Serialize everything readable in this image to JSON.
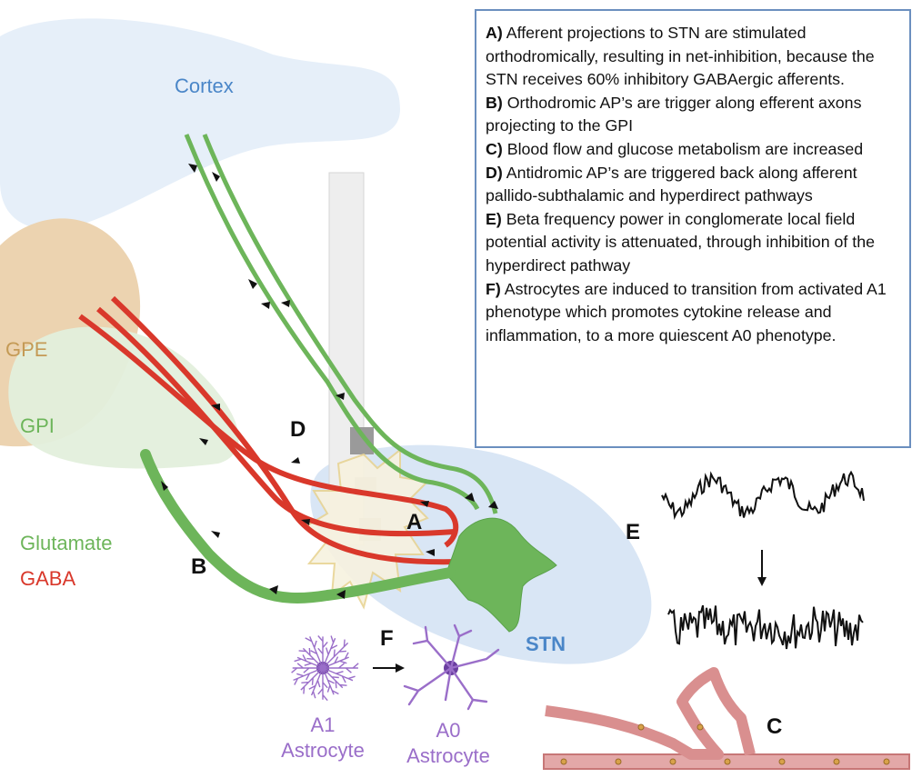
{
  "regions": {
    "cortex": "Cortex",
    "gpe": "GPE",
    "gpi": "GPI",
    "stn": "STN"
  },
  "legend_colors": {
    "glutamate": "Glutamate",
    "gaba": "GABA"
  },
  "letters": {
    "a": "A",
    "b": "B",
    "c": "C",
    "d": "D",
    "e": "E",
    "f": "F"
  },
  "astrocytes": {
    "a1_line1": "A1",
    "a1_line2": "Astrocyte",
    "a0_line1": "A0",
    "a0_line2": "Astrocyte"
  },
  "legend": [
    {
      "key": "A)",
      "text": " Afferent projections to STN are stimulated orthodromically, resulting in net-inhibition, because the STN receives 60% inhibitory GABAergic afferents."
    },
    {
      "key": "B)",
      "text": " Orthodromic AP’s are trigger along efferent axons projecting to the GPI"
    },
    {
      "key": "C)",
      "text": " Blood flow and glucose metabolism are increased"
    },
    {
      "key": "D)",
      "text": " Antidromic AP’s are triggered back along afferent pallido-subthalamic and hyperdirect pathways"
    },
    {
      "key": "E)",
      "text": " Beta frequency power in conglomerate local field potential activity is attenuated, through inhibition of the hyperdirect pathway"
    },
    {
      "key": "F)",
      "text": " Astrocytes are induced to transition from activated A1 phenotype which promotes cytokine release and inflammation, to a more quiescent A0 phenotype."
    }
  ],
  "colors": {
    "glutamate": "#6db55a",
    "gaba": "#d9382b",
    "cortex_fill": "#e6eff9",
    "stn_fill": "#d9e6f5",
    "gpe_fill": "#ecd3b0",
    "gpi_fill": "#e3efdc",
    "vessel": "#d98f8f",
    "astrocyte": "#9a6ec9",
    "label_blue": "#4a86c8"
  }
}
